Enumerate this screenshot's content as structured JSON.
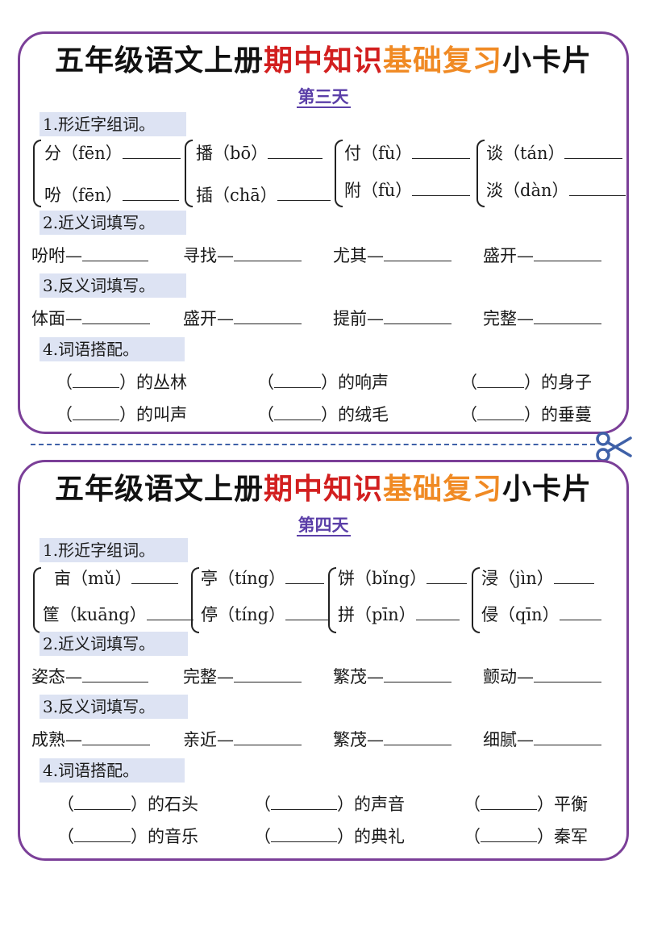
{
  "cards": [
    {
      "title": {
        "part1": "五年级语文上册",
        "part2": "期中知识",
        "part3": "基础复习",
        "part4": "小卡片"
      },
      "day": "第三天",
      "sec1": "1.形近字组词。",
      "pairs": [
        {
          "top": "分（fēn）",
          "bottom": "吩（fēn）"
        },
        {
          "top": "播（bō）",
          "bottom": "插（chā）"
        },
        {
          "top": "付（fù）",
          "bottom": "附（fù）"
        },
        {
          "top": "谈（tán）",
          "bottom": "淡（dàn）"
        }
      ],
      "sec2": "2.近义词填写。",
      "synonyms": [
        "吩咐—",
        "寻找—",
        "尤其—",
        "盛开—"
      ],
      "sec3": "3.反义词填写。",
      "antonyms": [
        "体面—",
        "盛开—",
        "提前—",
        "完整—"
      ],
      "sec4": "4.词语搭配。",
      "matches": [
        "）的丛林",
        "）的响声",
        "）的身子",
        "）的叫声",
        "）的绒毛",
        "）的垂蔓"
      ]
    },
    {
      "title": {
        "part1": "五年级语文上册",
        "part2": "期中知识",
        "part3": "基础复习",
        "part4": "小卡片"
      },
      "day": "第四天",
      "sec1": "1.形近字组词。",
      "pairs": [
        {
          "top": "亩（mǔ）",
          "bottom": "筐（kuāng）"
        },
        {
          "top": "亭（tíng）",
          "bottom": "停（tíng）"
        },
        {
          "top": "饼（bǐng）",
          "bottom": "拼（pīn）"
        },
        {
          "top": "浸（jìn）",
          "bottom": "侵（qīn）"
        }
      ],
      "sec2": "2.近义词填写。",
      "synonyms": [
        "姿态—",
        "完整—",
        "繁茂—",
        "颤动—"
      ],
      "sec3": "3.反义词填写。",
      "antonyms": [
        "成熟—",
        "亲近—",
        "繁茂—",
        "细腻—"
      ],
      "sec4": "4.词语搭配。",
      "matches": [
        "）的石头",
        "）的声音",
        "）平衡",
        "）的音乐",
        "）的典礼",
        "）秦军"
      ]
    }
  ],
  "paren_open": "（",
  "icons": {
    "divider": "scissors-icon"
  },
  "colors": {
    "border": "#7b3f98",
    "title_red": "#d21f1f",
    "title_orange": "#f08a24",
    "day": "#5b3fa8",
    "section_bg": "#dde3f3",
    "cut_line": "#3f61a8"
  }
}
